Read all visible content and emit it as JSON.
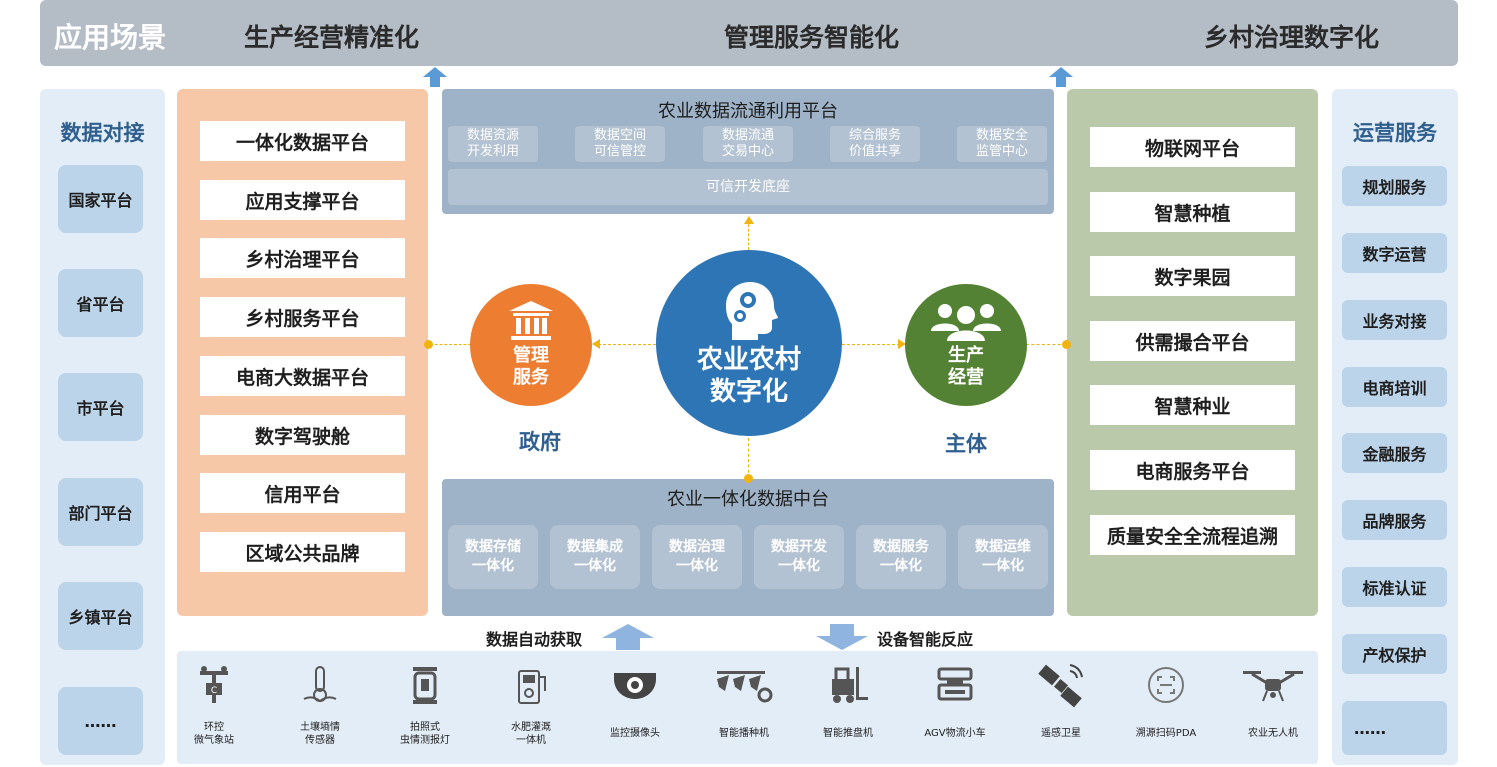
{
  "banner": {
    "title": "应用场景",
    "items": [
      "生产经营精准化",
      "管理服务智能化",
      "乡村治理数字化"
    ]
  },
  "left_col": {
    "title": "数据对接",
    "items": [
      "国家平台",
      "省平台",
      "市平台",
      "部门平台",
      "乡镇平台",
      "……"
    ]
  },
  "right_col": {
    "title": "运营服务",
    "items": [
      "规划服务",
      "数字运营",
      "业务对接",
      "电商培训",
      "金融服务",
      "品牌服务",
      "标准认证",
      "产权保护",
      "……"
    ]
  },
  "orange_panel": {
    "items": [
      "一体化数据平台",
      "应用支撑平台",
      "乡村治理平台",
      "乡村服务平台",
      "电商大数据平台",
      "数字驾驶舱",
      "信用平台",
      "区域公共品牌"
    ]
  },
  "green_panel": {
    "items": [
      "物联网平台",
      "智慧种植",
      "数字果园",
      "供需撮合平台",
      "智慧种业",
      "电商服务平台",
      "质量安全全流程追溯"
    ]
  },
  "top_platform": {
    "title": "农业数据流通利用平台",
    "boxes": [
      {
        "l1": "数据资源",
        "l2": "开发利用"
      },
      {
        "l1": "数据空间",
        "l2": "可信管控"
      },
      {
        "l1": "数据流通",
        "l2": "交易中心"
      },
      {
        "l1": "综合服务",
        "l2": "价值共享"
      },
      {
        "l1": "数据安全",
        "l2": "监管中心"
      }
    ],
    "base": "可信开发底座"
  },
  "mid_platform": {
    "title": "农业一体化数据中台",
    "boxes": [
      {
        "l1": "数据存储",
        "l2": "一体化"
      },
      {
        "l1": "数据集成",
        "l2": "一体化"
      },
      {
        "l1": "数据治理",
        "l2": "一体化"
      },
      {
        "l1": "数据开发",
        "l2": "一体化"
      },
      {
        "l1": "数据服务",
        "l2": "一体化"
      },
      {
        "l1": "数据运维",
        "l2": "一体化"
      }
    ]
  },
  "center": {
    "main_l1": "农业农村",
    "main_l2": "数字化",
    "left_l1": "管理",
    "left_l2": "服务",
    "left_caption": "政府",
    "right_l1": "生产",
    "right_l2": "经营",
    "right_caption": "主体"
  },
  "flow": {
    "up_label": "数据自动获取",
    "down_label": "设备智能反应"
  },
  "devices": [
    {
      "icon": "weather-station-icon",
      "l1": "环控",
      "l2": "微气象站"
    },
    {
      "icon": "soil-sensor-icon",
      "l1": "土壤墒情",
      "l2": "传感器"
    },
    {
      "icon": "insect-lamp-icon",
      "l1": "拍照式",
      "l2": "虫情测报灯"
    },
    {
      "icon": "fertigation-icon",
      "l1": "水肥灌溉",
      "l2": "一体机"
    },
    {
      "icon": "camera-icon",
      "l1": "监控摄像头",
      "l2": ""
    },
    {
      "icon": "seeder-icon",
      "l1": "智能播种机",
      "l2": ""
    },
    {
      "icon": "forklift-icon",
      "l1": "智能推盘机",
      "l2": ""
    },
    {
      "icon": "agv-icon",
      "l1": "AGV物流小车",
      "l2": ""
    },
    {
      "icon": "satellite-icon",
      "l1": "遥感卫星",
      "l2": ""
    },
    {
      "icon": "pda-scanner-icon",
      "l1": "溯源扫码PDA",
      "l2": ""
    },
    {
      "icon": "drone-icon",
      "l1": "农业无人机",
      "l2": ""
    }
  ],
  "colors": {
    "orange": "#ed7d31",
    "blue": "#2e75b6",
    "green": "#548235",
    "accent": "#f2b30c"
  }
}
